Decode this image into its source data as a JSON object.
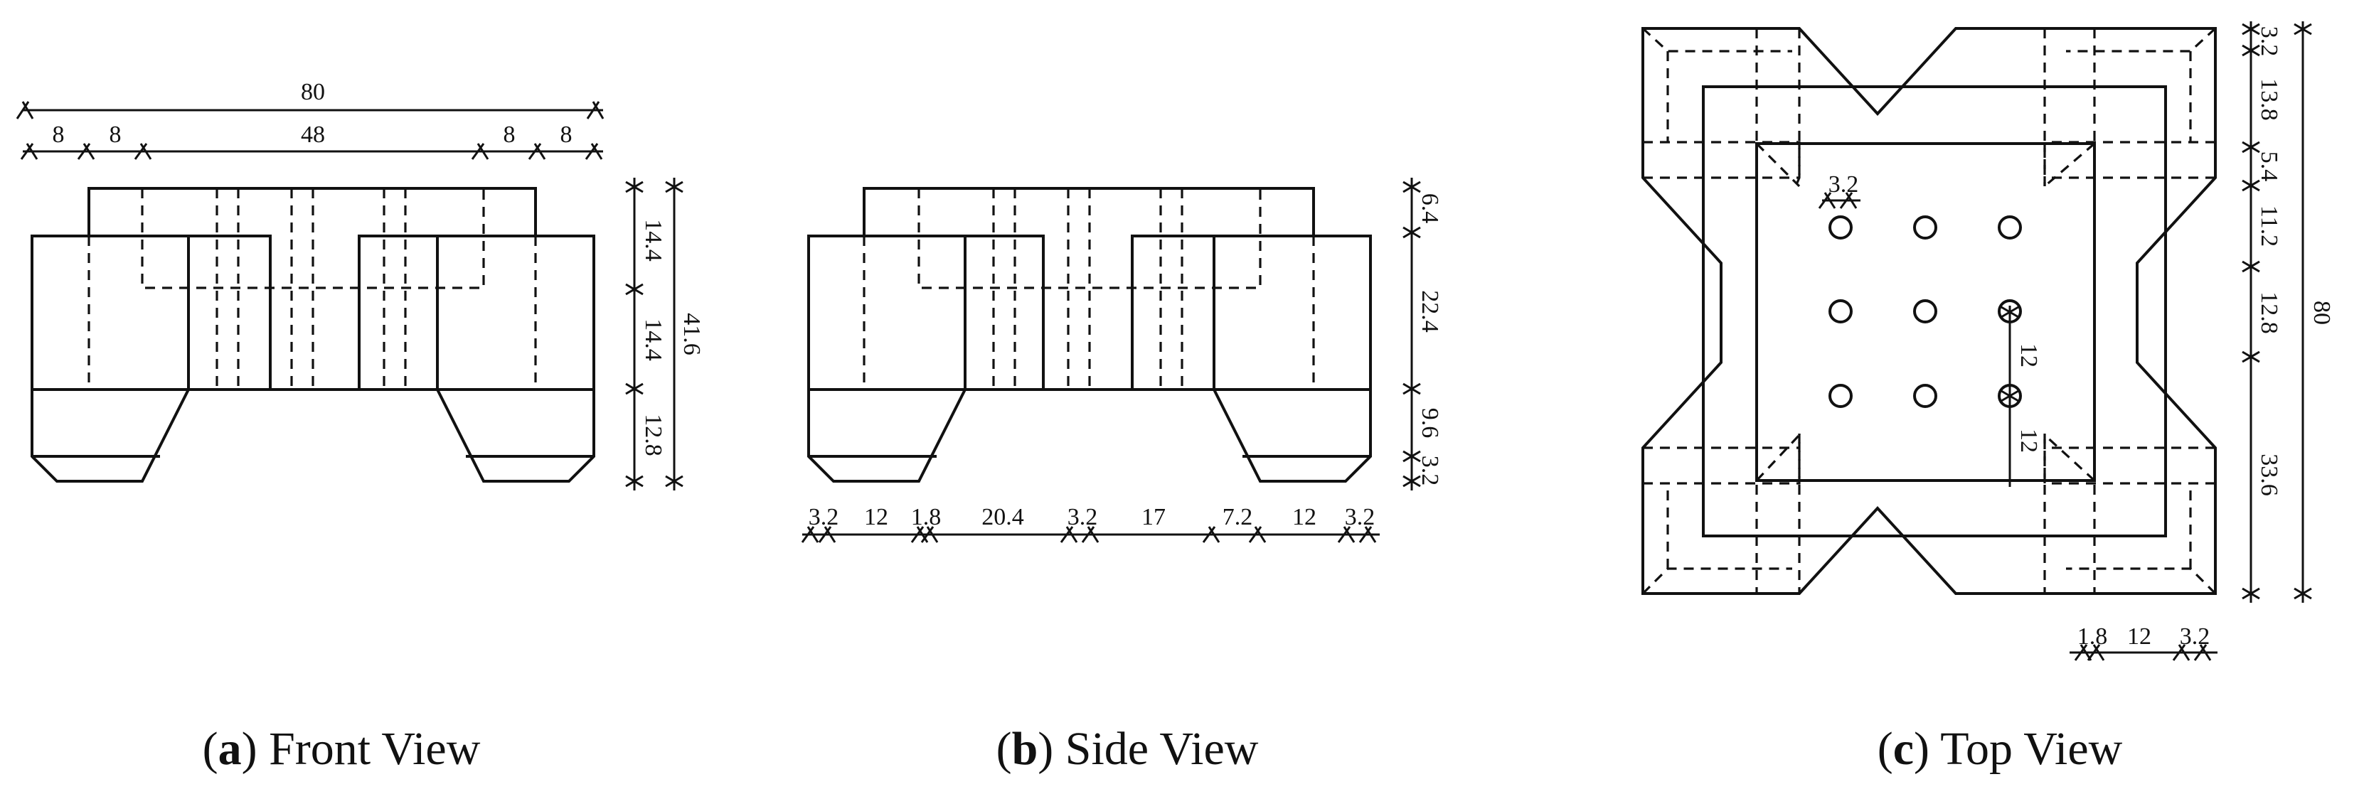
{
  "captions": {
    "front": {
      "letter": "a",
      "label": "Front View"
    },
    "side": {
      "letter": "b",
      "label": "Side View"
    },
    "top": {
      "letter": "c",
      "label": "Top View"
    }
  },
  "front_view": {
    "overall_width": "80",
    "top_segments": [
      "8",
      "8",
      "48",
      "8",
      "8"
    ],
    "right_segments": [
      "14.4",
      "14.4",
      "12.8"
    ],
    "overall_height": "41.6"
  },
  "side_view": {
    "right_segments": [
      "6.4",
      "22.4",
      "9.6",
      "3.2"
    ],
    "bottom_segments": [
      "3.2",
      "12",
      "1.8",
      "20.4",
      "3.2",
      "17",
      "7.2",
      "12",
      "3.2"
    ]
  },
  "top_view": {
    "hole_label": "3.2",
    "pitch_labels": [
      "12",
      "12"
    ],
    "right_segments": [
      "3.2",
      "13.8",
      "5.4",
      "11.2",
      "12.8",
      "33.6"
    ],
    "overall_height": "80",
    "bottom_segments": [
      "1.8",
      "12",
      "3.2"
    ]
  }
}
